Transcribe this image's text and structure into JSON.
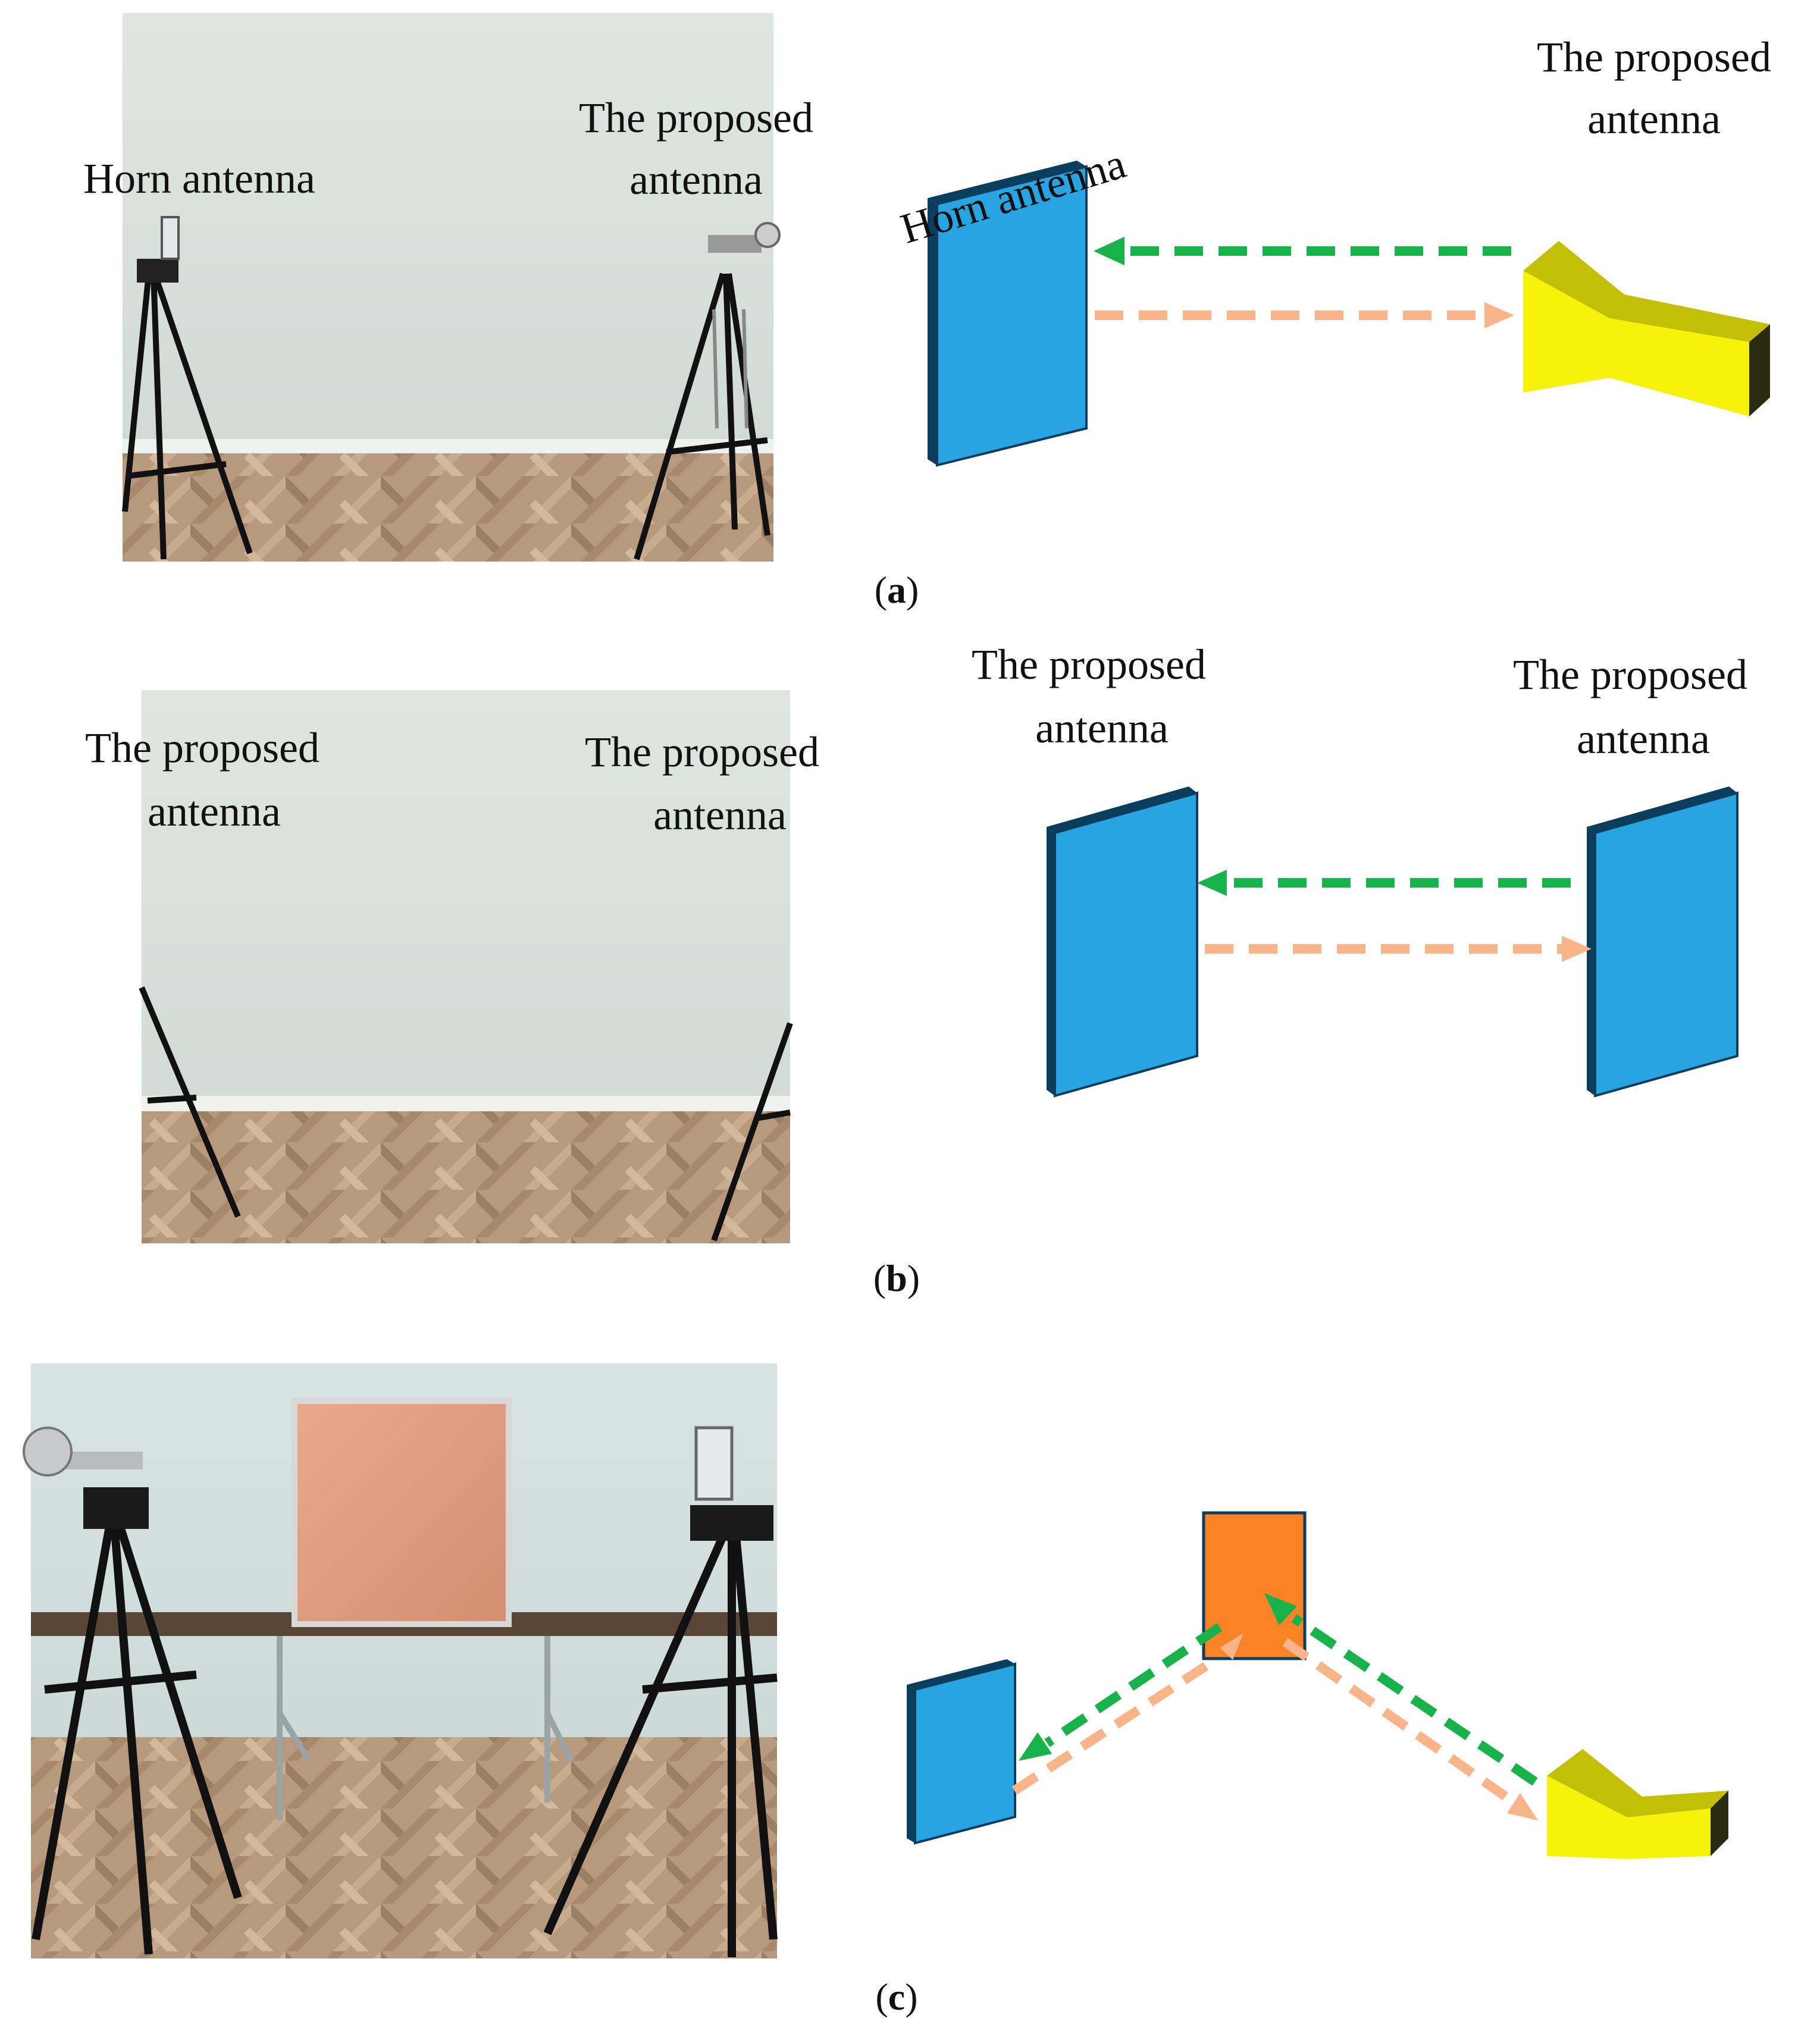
{
  "panels": [
    {
      "caption": "a",
      "photo": {
        "labels": {
          "left": "Horn antenna",
          "right_line1": "The proposed",
          "right_line2": "antenna"
        }
      },
      "diagram": {
        "labels": {
          "horn": "Horn antenna",
          "right_line1": "The proposed",
          "right_line2": "antenna"
        }
      }
    },
    {
      "caption": "b",
      "photo": {
        "labels": {
          "left_line1": "The proposed",
          "left_line2": "antenna",
          "right_line1": "The proposed",
          "right_line2": "antenna"
        }
      },
      "diagram": {
        "labels": {
          "left_line1": "The proposed",
          "left_line2": "antenna",
          "right_line1": "The proposed",
          "right_line2": "antenna"
        }
      }
    },
    {
      "caption": "c",
      "photo": {},
      "diagram": {}
    }
  ],
  "colors": {
    "panel_blue": "#29a4e2",
    "panel_edge": "#0b3d5c",
    "horn_yellow": "#f7f20a",
    "reflector_orange": "#fb8326",
    "arrow_green": "#17b24a",
    "arrow_peach": "#f9b48a"
  }
}
